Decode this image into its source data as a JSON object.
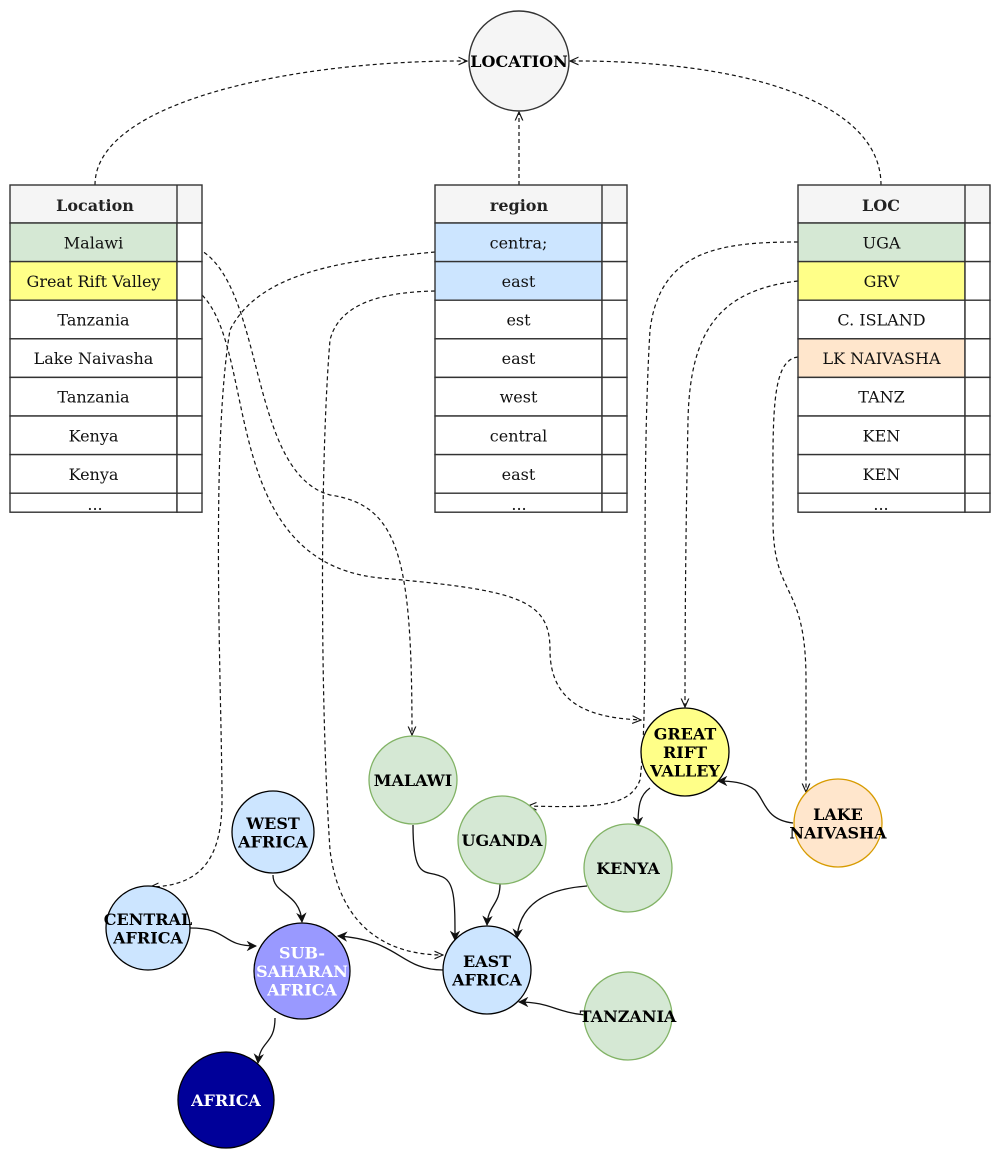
{
  "colors": {
    "green": "#d5e8d4",
    "green_stroke": "#82b366",
    "yellow": "#ffff88",
    "blue": "#cce5ff",
    "orange": "#ffe6cc",
    "orange_stroke": "#d79b00",
    "header": "#f5f5f5",
    "sub_saharan": "#9999ff",
    "africa": "#000099"
  },
  "concept": {
    "label": "LOCATION"
  },
  "tables": [
    {
      "id": "location",
      "header": "Location",
      "rows": [
        {
          "text": "Malawi",
          "color": "green"
        },
        {
          "text": "Great Rift Valley",
          "color": "yellow"
        },
        {
          "text": "Tanzania",
          "color": ""
        },
        {
          "text": "Lake Naivasha",
          "color": ""
        },
        {
          "text": "Tanzania",
          "color": ""
        },
        {
          "text": "Kenya",
          "color": ""
        },
        {
          "text": "Kenya",
          "color": ""
        }
      ],
      "ellipsis": "..."
    },
    {
      "id": "region",
      "header": "region",
      "rows": [
        {
          "text": "centra;",
          "color": "blue"
        },
        {
          "text": "east",
          "color": "blue"
        },
        {
          "text": "est",
          "color": ""
        },
        {
          "text": "east",
          "color": ""
        },
        {
          "text": "west",
          "color": ""
        },
        {
          "text": "central",
          "color": ""
        },
        {
          "text": "east",
          "color": ""
        }
      ],
      "ellipsis": "..."
    },
    {
      "id": "loc",
      "header": "LOC",
      "rows": [
        {
          "text": "UGA",
          "color": "green"
        },
        {
          "text": "GRV",
          "color": "yellow"
        },
        {
          "text": "C. ISLAND",
          "color": ""
        },
        {
          "text": "LK NAIVASHA",
          "color": "orange"
        },
        {
          "text": "TANZ",
          "color": ""
        },
        {
          "text": "KEN",
          "color": ""
        },
        {
          "text": "KEN",
          "color": ""
        }
      ],
      "ellipsis": "..."
    }
  ],
  "nodes": [
    {
      "id": "malawi",
      "lines": [
        "MALAWI"
      ],
      "fill": "green",
      "stroke": "green_stroke",
      "text_color": "#000000"
    },
    {
      "id": "uganda",
      "lines": [
        "UGANDA"
      ],
      "fill": "green",
      "stroke": "green_stroke",
      "text_color": "#000000"
    },
    {
      "id": "kenya",
      "lines": [
        "KENYA"
      ],
      "fill": "green",
      "stroke": "green_stroke",
      "text_color": "#000000"
    },
    {
      "id": "tanzania",
      "lines": [
        "TANZANIA"
      ],
      "fill": "green",
      "stroke": "green_stroke",
      "text_color": "#000000"
    },
    {
      "id": "great-rift-valley",
      "lines": [
        "GREAT",
        "RIFT",
        "VALLEY"
      ],
      "fill": "yellow",
      "stroke": "#000000",
      "text_color": "#000000"
    },
    {
      "id": "lake-naivasha",
      "lines": [
        "LAKE",
        "NAIVASHA"
      ],
      "fill": "orange",
      "stroke": "orange_stroke",
      "text_color": "#000000"
    },
    {
      "id": "west-africa",
      "lines": [
        "WEST",
        "AFRICA"
      ],
      "fill": "blue",
      "stroke": "#000000",
      "text_color": "#000000"
    },
    {
      "id": "central-africa",
      "lines": [
        "CENTRAL",
        "AFRICA"
      ],
      "fill": "blue",
      "stroke": "#000000",
      "text_color": "#000000"
    },
    {
      "id": "east-africa",
      "lines": [
        "EAST",
        "AFRICA"
      ],
      "fill": "blue",
      "stroke": "#000000",
      "text_color": "#000000"
    },
    {
      "id": "sub-saharan-africa",
      "lines": [
        "SUB-",
        "SAHARAN",
        "AFRICA"
      ],
      "fill": "sub_saharan",
      "stroke": "#000000",
      "text_color": "#ffffff"
    },
    {
      "id": "africa",
      "lines": [
        "AFRICA"
      ],
      "fill": "africa",
      "stroke": "#000000",
      "text_color": "#ffffff"
    }
  ],
  "edges": [
    {
      "from": "malawi",
      "to": "east-africa",
      "style": "solid"
    },
    {
      "from": "uganda",
      "to": "east-africa",
      "style": "solid"
    },
    {
      "from": "kenya",
      "to": "east-africa",
      "style": "solid"
    },
    {
      "from": "tanzania",
      "to": "east-africa",
      "style": "solid"
    },
    {
      "from": "great-rift-valley",
      "to": "kenya",
      "style": "solid"
    },
    {
      "from": "lake-naivasha",
      "to": "great-rift-valley",
      "style": "solid"
    },
    {
      "from": "west-africa",
      "to": "sub-saharan-africa",
      "style": "solid"
    },
    {
      "from": "central-africa",
      "to": "sub-saharan-africa",
      "style": "solid"
    },
    {
      "from": "east-africa",
      "to": "sub-saharan-africa",
      "style": "solid"
    },
    {
      "from": "sub-saharan-africa",
      "to": "africa",
      "style": "solid"
    },
    {
      "from": "location-table",
      "to": "location-concept",
      "style": "dashed"
    },
    {
      "from": "region-table",
      "to": "location-concept",
      "style": "dashed"
    },
    {
      "from": "loc-table",
      "to": "location-concept",
      "style": "dashed"
    },
    {
      "from": "cell-malawi",
      "to": "malawi",
      "style": "dashed"
    },
    {
      "from": "cell-great-rift-valley",
      "to": "great-rift-valley",
      "style": "dashed"
    },
    {
      "from": "cell-centra",
      "to": "central-africa",
      "style": "dashed"
    },
    {
      "from": "cell-east",
      "to": "east-africa",
      "style": "dashed"
    },
    {
      "from": "cell-uga",
      "to": "uganda",
      "style": "dashed"
    },
    {
      "from": "cell-grv",
      "to": "great-rift-valley",
      "style": "dashed"
    },
    {
      "from": "cell-lk-naivasha",
      "to": "lake-naivasha",
      "style": "dashed"
    }
  ]
}
